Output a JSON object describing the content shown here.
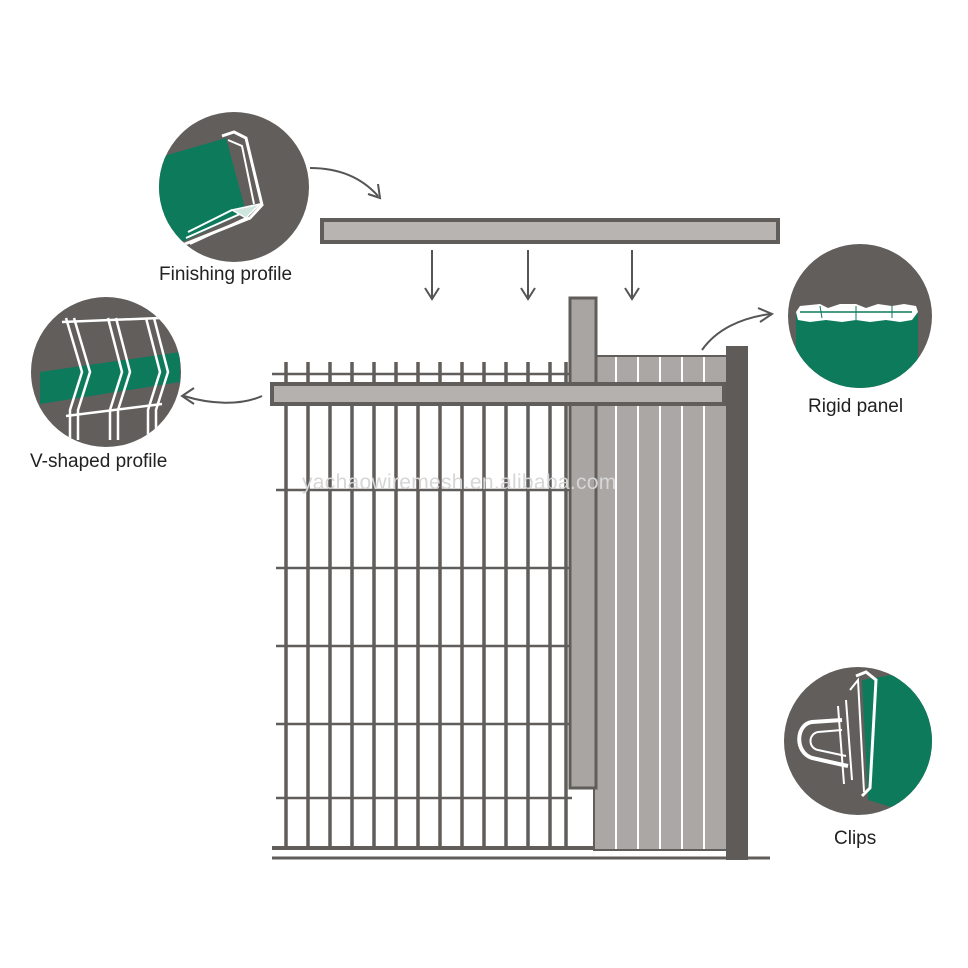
{
  "labels": {
    "finishing_profile": "Finishing profile",
    "v_shaped_profile": "V-shaped profile",
    "rigid_panel": "Rigid panel",
    "clips": "Clips"
  },
  "watermark": "yachaowiremesh.en.alibaba.com",
  "colors": {
    "frame": "#615d5a",
    "circle_bg": "#625e5b",
    "green": "#0d7a5c",
    "panel_fill": "#aaa7a4",
    "arrow": "#555555"
  },
  "icons": [
    "finishing-profile-detail-icon",
    "v-shaped-profile-detail-icon",
    "rigid-panel-detail-icon",
    "clips-detail-icon"
  ]
}
